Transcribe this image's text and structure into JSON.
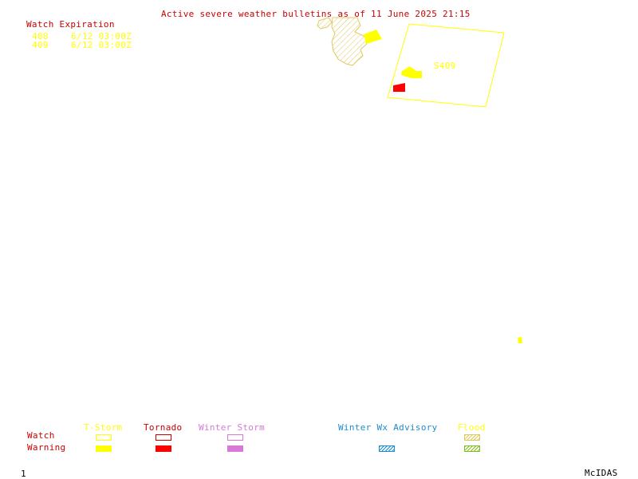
{
  "title": "Active severe weather bulletins as of 11 June 2025 21:15",
  "watch_expiration": {
    "heading": "Watch Expiration",
    "rows": [
      {
        "id": "408",
        "time": "6/12 03:00Z"
      },
      {
        "id": "409",
        "time": "6/12 03:00Z"
      }
    ]
  },
  "map_labels": {
    "watch_box": "S409"
  },
  "legend": {
    "row_labels": {
      "watch": "Watch",
      "warning": "Warning"
    },
    "categories": [
      {
        "name": "T-Storm",
        "color": "#ffff00"
      },
      {
        "name": "Tornado",
        "color": "#ff0000"
      },
      {
        "name": "Winter Storm",
        "color": "#d878d8"
      },
      {
        "name": "Winter Wx Advisory",
        "color": "#1e8cd0"
      },
      {
        "name": "Flood",
        "color": "#80c020"
      }
    ]
  },
  "footer": {
    "frame_number": "1",
    "software": "McIDAS"
  },
  "colors": {
    "title": "#cc0000",
    "watch_heading": "#cc0000",
    "watch_rows": "#ffff00",
    "tstorm": "#ffff00",
    "tornado": "#ff0000",
    "flood_hatch": "#e0c860"
  }
}
